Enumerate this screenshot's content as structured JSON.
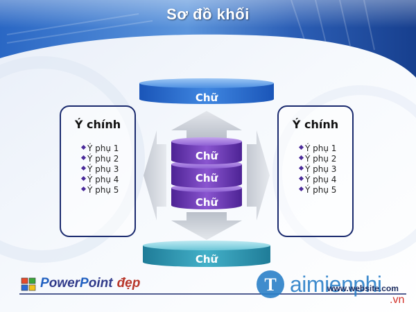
{
  "title": "Sơ đồ khối",
  "left_panel": {
    "heading": "Ý chính",
    "items": [
      "Ý phụ 1",
      "Ý phụ 2",
      "Ý phụ 3",
      "Ý phụ 4",
      "Ý phụ 5"
    ]
  },
  "right_panel": {
    "heading": "Ý chính",
    "items": [
      "Ý phụ 1",
      "Ý phụ 2",
      "Ý phụ 3",
      "Ý phụ 4",
      "Ý phụ 5"
    ]
  },
  "top_cylinder": {
    "label": "Chữ"
  },
  "center_stack": {
    "labels": [
      "Chữ",
      "Chữ",
      "Chữ"
    ]
  },
  "bottom_cylinder": {
    "label": "Chữ"
  },
  "footer": {
    "brand_parts": [
      "P",
      "ower",
      "P",
      "oint",
      "đẹp"
    ],
    "url": "www.website.com"
  },
  "watermark": {
    "logo_letter": "T",
    "word": "aimienphi",
    "tld": ".vn"
  },
  "colors": {
    "title_text": "#ffffff",
    "panel_border": "#1a2a6e",
    "top_cylinder": "#1e63c8",
    "center_stack": "#6a3ab4",
    "bottom_cylinder": "#2a8ea8",
    "arrows": "#c9ced6",
    "header_band": "#1f4fa8"
  }
}
